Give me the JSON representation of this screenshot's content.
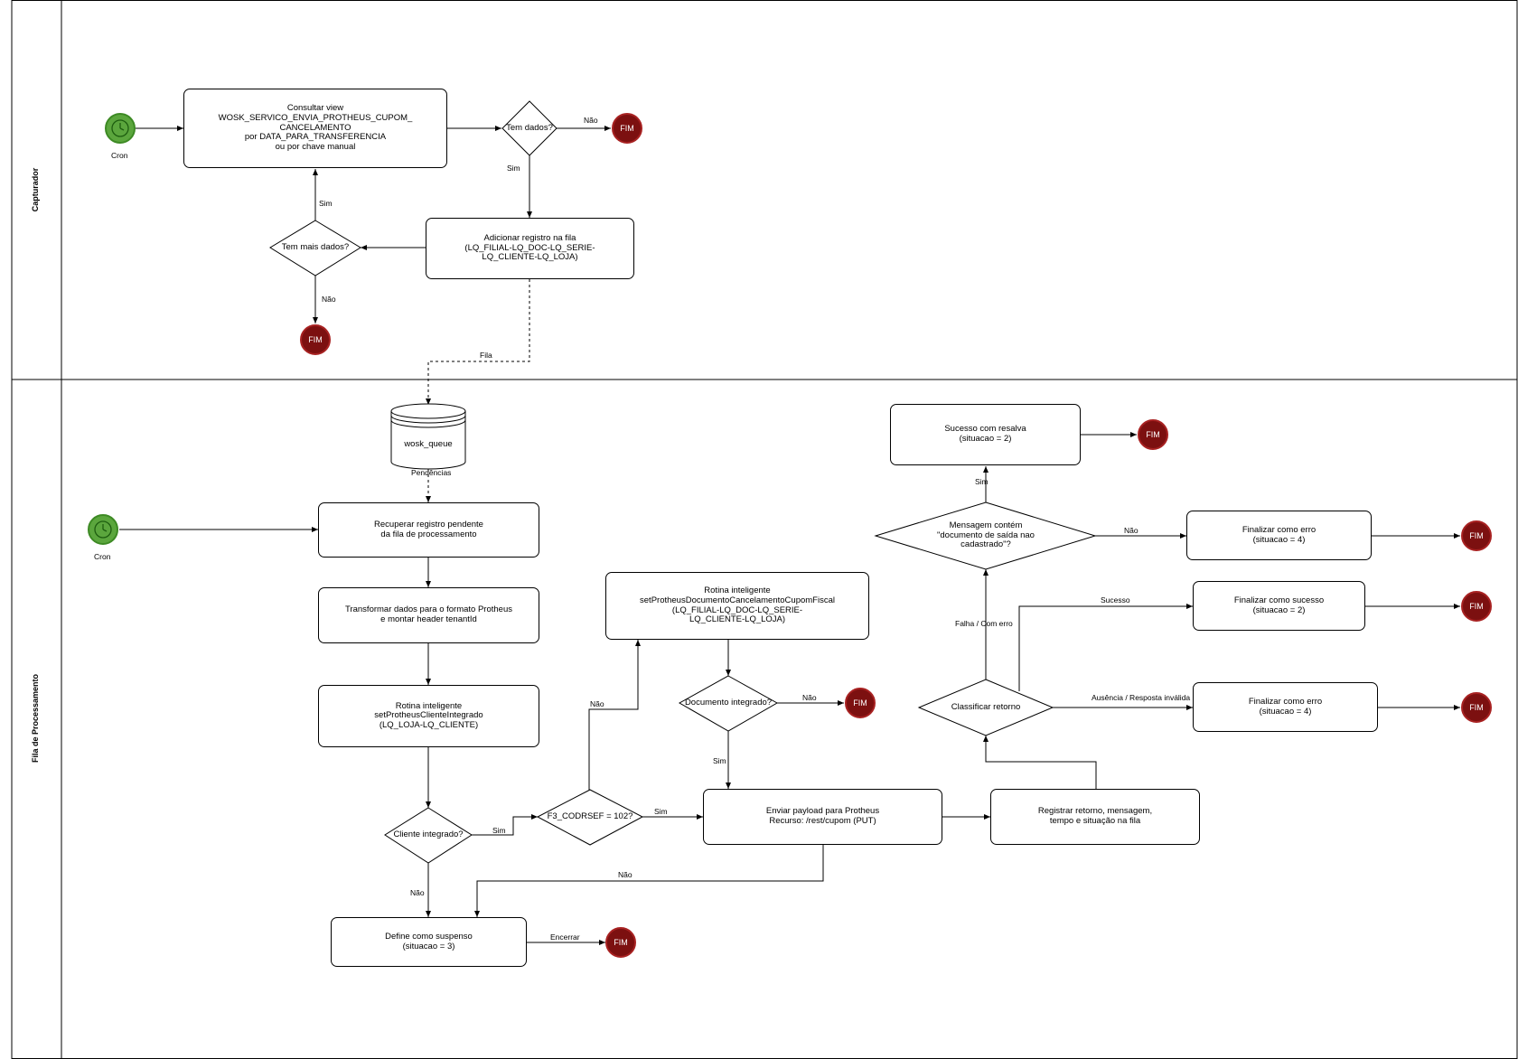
{
  "lanes": {
    "capturador": "Capturador",
    "fila": "Fila de Processamento"
  },
  "capturador": {
    "start_label": "Cron",
    "consultar": "Consultar view\nWOSK_SERVICO_ENVIA_PROTHEUS_CUPOM_\nCANCELAMENTO\npor DATA_PARA_TRANSFERENCIA\nou por chave manual",
    "tem_dados": "Tem dados?",
    "nao_1": "Não",
    "sim_1": "Sim",
    "adicionar": "Adicionar registro na fila\n(LQ_FILIAL-LQ_DOC-LQ_SERIE-\nLQ_CLIENTE-LQ_LOJA)",
    "tem_mais": "Tem mais dados?",
    "sim_2": "Sim",
    "nao_2": "Não",
    "fila_label": "Fila",
    "fim": "FIM"
  },
  "fila": {
    "queue": "wosk_queue",
    "pendencias": "Pendências",
    "start_label": "Cron",
    "recuperar": "Recuperar registro pendente\nda fila de processamento",
    "transformar": "Transformar dados para o formato Protheus\ne montar header tenantId",
    "rotina_cliente": "Rotina inteligente\nsetProtheusClienteIntegrado\n(LQ_LOJA-LQ_CLIENTE)",
    "cliente_integrado": "Cliente integrado?",
    "sim_cliente": "Sim",
    "nao_cliente": "Não",
    "suspenso": "Define como suspenso\n(situacao = 3)",
    "encerrar": "Encerrar",
    "f3": "F3_CODRSEF = 102?",
    "nao_f3": "Não",
    "sim_f3": "Sim",
    "rotina_doc": "Rotina inteligente\nsetProtheusDocumentoCancelamentoCupomFiscal\n(LQ_FILIAL-LQ_DOC-LQ_SERIE-\nLQ_CLIENTE-LQ_LOJA)",
    "doc_integrado": "Documento integrado?",
    "nao_doc": "Não",
    "sim_doc": "Sim",
    "enviar": "Enviar payload para Protheus\nRecurso: /rest/cupom (PUT)",
    "nao_enviar": "Não",
    "registrar": "Registrar retorno, mensagem,\ntempo e situação na fila",
    "classificar": "Classificar retorno",
    "falha": "Falha / Com erro",
    "sucesso_lbl": "Sucesso",
    "ausencia": "Ausência / Resposta inválida",
    "mensagem": "Mensagem contém\n\"documento de saída nao\ncadastrado\"?",
    "sim_msg": "Sim",
    "nao_msg": "Não",
    "ressalva": "Sucesso com resalva\n(situacao = 2)",
    "erro_msg": "Finalizar como erro\n(situacao = 4)",
    "sucesso_final": "Finalizar como sucesso\n(situacao = 2)",
    "erro_final": "Finalizar como erro\n(situacao = 4)",
    "fim": "FIM"
  },
  "colors": {
    "end_fill": "#7c1010",
    "start_fill": "#5ba63d"
  }
}
